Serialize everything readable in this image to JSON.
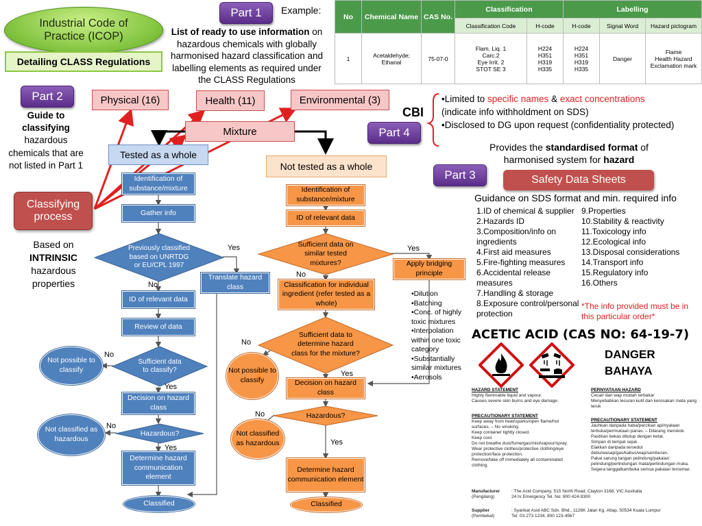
{
  "icop": {
    "line1": "Industrial Code of",
    "line2": "Practice (ICOP)"
  },
  "detailing": "Detailing CLASS Regulations",
  "part1": {
    "label": "Part 1",
    "bold": "List of ready to use information",
    "text": " on hazardous chemicals with globally harmonised hazard classification and labelling elements as required under the CLASS Regulations"
  },
  "example_label": "Example:",
  "example_table": {
    "headers": {
      "no": "No",
      "chemical_name": "Chemical Name",
      "cas_no": "CAS No.",
      "classification": "Classification",
      "labelling": "Labelling"
    },
    "subheaders": {
      "class_code": "Classification Code",
      "hcode1": "H-code",
      "hcode2": "H-code",
      "signal_word": "Signal Word",
      "pictogram": "Hazard pictogram"
    },
    "row": {
      "no": "1",
      "name": [
        "Acetaldehyde;",
        "Ethanal"
      ],
      "cas": "75-07-0",
      "class_code": [
        "Flam. Liq. 1",
        "Carc.2",
        "Eye Irrit. 2",
        "STOT SE 3"
      ],
      "hcode1": [
        "H224",
        "H351",
        "H319",
        "H335"
      ],
      "hcode2": [
        "H224",
        "H351",
        "H319",
        "H335"
      ],
      "signal": "Danger",
      "pictograms": [
        "Flame",
        "Health Hazard",
        "Exclamation mark"
      ]
    }
  },
  "part2": {
    "label": "Part 2",
    "guide_bold": "Guide to classifying",
    "guide_text": "hazardous chemicals that are not listed in Part 1"
  },
  "categories": {
    "physical": "Physical (16)",
    "health": "Health (11)",
    "environmental": "Environmental (3)",
    "mixture": "Mixture"
  },
  "classifying_process": "Classifying process",
  "based_on": {
    "line1": "Based on",
    "bold": "INTRINSIC",
    "line3": "hazardous properties"
  },
  "tested": "Tested as a whole",
  "not_tested": "Not tested as a whole",
  "blue_flow": {
    "ident": "Identification of substance/mixture",
    "gather": "Gather info",
    "prev": "Previously classified based on UNRTDG or EU/CPL 1997",
    "translate": "Translate hazard class",
    "relevant": "ID of relevant data",
    "review": "Review of data",
    "sufficient": "Sufficient data to classify?",
    "not_possible": "Not possible to classify",
    "decision": "Decision on hazard class",
    "hazardous": "Hazardous?",
    "not_classified": "Not classified as hazardous",
    "determine": "Determine hazard communication element",
    "classified": "Classified"
  },
  "orange_flow": {
    "ident": "Identification of substance/mixture",
    "relevant": "ID of relevant data",
    "similar": "Sufficient data on similar tested mixtures?",
    "bridging": "Apply bridging principle",
    "individual": "Classification for individual ingredient (refer tested as a whole)",
    "determine_q": "Sufficient data to determine hazard class for the mixture?",
    "not_possible": "Not possible to classify",
    "decision": "Decision on hazard class",
    "hazardous": "Hazardous?",
    "not_classified": "Not classified as hazardous",
    "determine": "Determine hazard communication element",
    "classified": "Classified"
  },
  "labels": {
    "yes": "Yes",
    "no": "No"
  },
  "bridging_list": [
    "•Dilution",
    "•Batching",
    "•Conc. of highly toxic mixtures",
    "•Interpolation within one toxic category",
    "•Substantially similar mixtures",
    "•Aerosols"
  ],
  "cbi": {
    "label": "CBI",
    "l1a": "•Limited to ",
    "l1b": "specific names",
    "l1c": " & ",
    "l1d": "exact concentrations",
    "l2": "(indicate info withholdment on SDS)",
    "l3": "•Disclosed to DG upon request (confidentiality protected)"
  },
  "part4": "Part 4",
  "part3": "Part 3",
  "provides": {
    "a": "Provides the ",
    "b": "standardised format",
    "c": " of harmonised system for ",
    "d": "hazard"
  },
  "sds": "Safety Data Sheets",
  "guidance": "Guidance on SDS format and min. required info",
  "sds_left": [
    "1.ID of chemical & supplier",
    "2.Hazards ID",
    "3.Composition/info on ingredients",
    "4.First aid measures",
    "5.Fire-fighting measures",
    "6.Accidental release measures",
    "7.Handling & storage",
    "8.Exposure control/personal protection"
  ],
  "sds_right": [
    "9.Properties",
    "10.Stability & reactivity",
    "11.Toxicology info",
    "12.Ecological info",
    "13.Disposal considerations",
    "14.Transport info",
    "15.Regulatory info",
    "16.Others"
  ],
  "sds_note": "*The info provided must be in this particular order*",
  "label": {
    "title": "ACETIC ACID (CAS NO: 64-19-7)",
    "danger": "DANGER",
    "bahaya": "BAHAYA",
    "hazard_statement_title": "HAZARD STATEMENT",
    "hazard_statement": [
      "Highly flammable liquid and vapour.",
      "Causes severe skin burns and eye damage."
    ],
    "pernyataan_title": "PERNYATAAN HAZARD",
    "pernyataan": [
      "Cecair dan wap mudah terbakar",
      "Menyebabkan lecuran kulit dan kerosakan mata yang teruk"
    ],
    "precautionary_title": "PRECAUTIONARY STATEMENT",
    "precautionary": [
      "Keep away from heat/sparks/open flame/hot surfaces. – No smoking.",
      "Keep container tightly closed.",
      "Keep cool.",
      "Do not breathe dust/fume/gas/mist/vapour/spray.",
      "Wear protective clothes/protective clothing/eye protection/face protection.",
      "Remove/take off immediately all contaminated clothing."
    ],
    "precautionary_my_title": "PRECAUTIONARY STATEMENT",
    "precautionary_my": [
      "Jauhkan daripada haba/percikan api/nyalaan terbuka/permukaan panas. – Dilarang merokok.",
      "Pastikan bekas ditutup dengan ketat.",
      "Simpan di tempat sejuk",
      "Elakkan daripada tersedut debu/wasap/gas/kabus/wap/semburan.",
      "Pakai sarung tangan pelindung/pakaian pelindung/perlindungan mata/perlindungan muka.",
      "Segera tanggalkan/buka semua pakaian tercemar."
    ],
    "manufacturer_label": "Manufacturer",
    "manufacturer_sub": "(Pengilang)",
    "manufacturer": [
      ": The Acid Company, 515 North Road, Clayton 3168, VIC Australia",
      "  24 hr Emergency Tel. No: 800 424-9300"
    ],
    "supplier_label": "Supplier",
    "supplier_sub": "(Pembekal)",
    "supplier": [
      ": Syarikat Asid ABC Sdn. Bhd., 1126K Jalan Kg. Attap, 50534 Kuala Lumpur",
      "  Tel: 03-273 1234, 800 123-4567"
    ]
  },
  "colors": {
    "purple": "#6a3d9a",
    "pink": "#f7c6c7",
    "blue": "#4f81bd",
    "orange": "#f79646",
    "green": "#8cc63f",
    "red": "#e02020"
  }
}
